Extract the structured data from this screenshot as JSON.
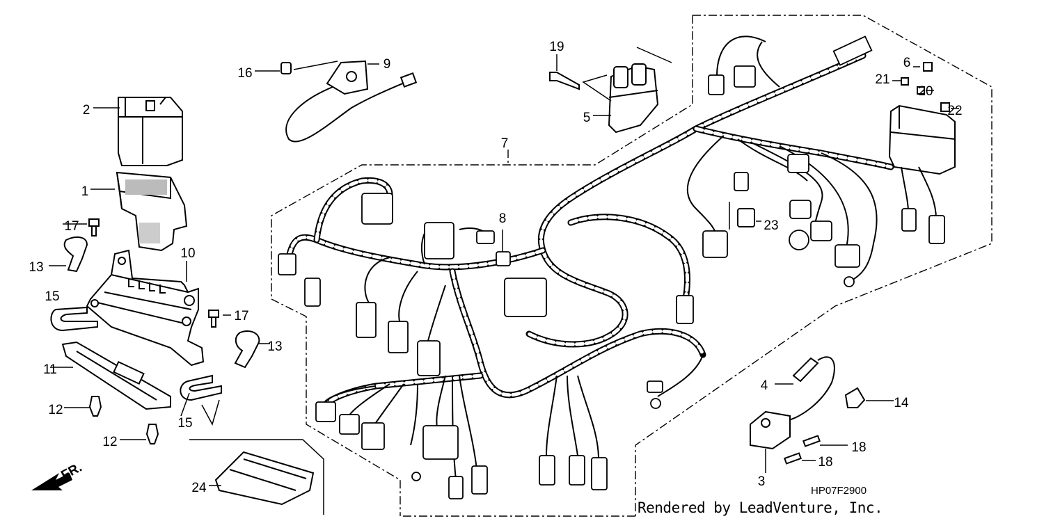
{
  "diagram": {
    "callouts": [
      "1",
      "2",
      "3",
      "4",
      "5",
      "6",
      "7",
      "8",
      "9",
      "10",
      "11",
      "12",
      "12",
      "13",
      "13",
      "14",
      "15",
      "15",
      "16",
      "17",
      "17",
      "18",
      "18",
      "19",
      "20",
      "21",
      "22",
      "23",
      "24"
    ],
    "direction_label": "FR.",
    "diagram_code": "HP07F2900",
    "credit": "Rendered by LeadVenture, Inc."
  }
}
